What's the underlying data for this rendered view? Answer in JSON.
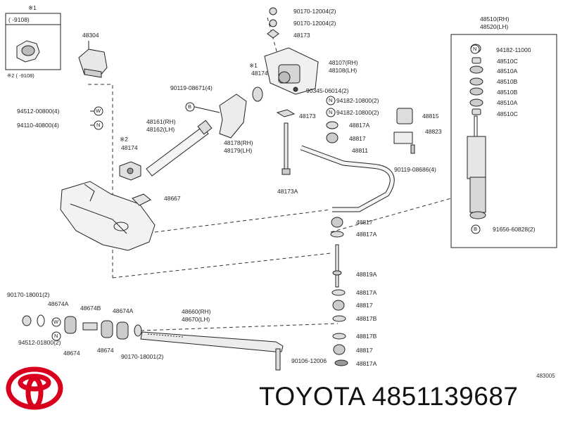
{
  "inset": {
    "note1_mark": "※1",
    "note1_range": "(      -9108)",
    "note2": "※2 (      -9108)"
  },
  "labels": {
    "l48304": "48304",
    "l94512_00800": "94512-00800(4)",
    "l94110_40800": "94110-40800(4)",
    "l90119_08671": "90119-08671(4)",
    "l48161": "48161(RH)",
    "l48162": "48162(LH)",
    "l48174a_mark": "※2",
    "l48174a": "48174",
    "l48174b_mark": "※1",
    "l48174b": "48174",
    "l48178": "48178(RH)",
    "l48179": "48179(LH)",
    "l48667": "48667",
    "l90170_12004a": "90170-12004(2)",
    "l90170_12004b": "90170-12004(2)",
    "l48173a": "48173",
    "l48107": "48107(RH)",
    "l48108": "48108(LH)",
    "l90345": "90345-06014(2)",
    "l94182_10800a": "94182-10800(2)",
    "l94182_10800b": "94182-10800(2)",
    "l48173b": "48173",
    "l48817A_1": "48817A",
    "l48817_1": "48817",
    "l48811": "48811",
    "l48173A": "48173A",
    "l48815": "48815",
    "l48823": "48823",
    "l90119_08686": "90119-08686(4)",
    "l48510": "48510(RH)",
    "l48520": "48520(LH)",
    "l94182_11000": "94182-11000",
    "l48510C_1": "48510C",
    "l48510A_1": "48510A",
    "l48510B_1": "48510B",
    "l48510B_2": "48510B",
    "l48510A_2": "48510A",
    "l48510C_2": "48510C",
    "l91656": "91656-60828(2)",
    "l48817_2": "48817",
    "l48817A_2": "48817A",
    "l48819A": "48819A",
    "l48817A_3": "48817A",
    "l48817_3": "48817",
    "l48817B_1": "48817B",
    "l48817B_2": "48817B",
    "l48817_4": "48817",
    "l90106": "90106-12006",
    "l48817A_4": "48817A",
    "l90170_18001a": "90170-18001(2)",
    "l48674A_1": "48674A",
    "l48674B": "48674B",
    "l48674A_2": "48674A",
    "l48660": "48660(RH)",
    "l48670": "48670(LH)",
    "l94512_01800": "94512-01800(2)",
    "l48674_1": "48674",
    "l48674_2": "48674",
    "l90170_18001b": "90170-18001(2)"
  },
  "callouts": {
    "W": "W",
    "N": "N",
    "B": "B"
  },
  "figure_code": "483005",
  "footer": {
    "brand": "TOYOTA",
    "part_number": "4851139687"
  },
  "colors": {
    "ink": "#222222",
    "logo_red": "#d8001c"
  }
}
